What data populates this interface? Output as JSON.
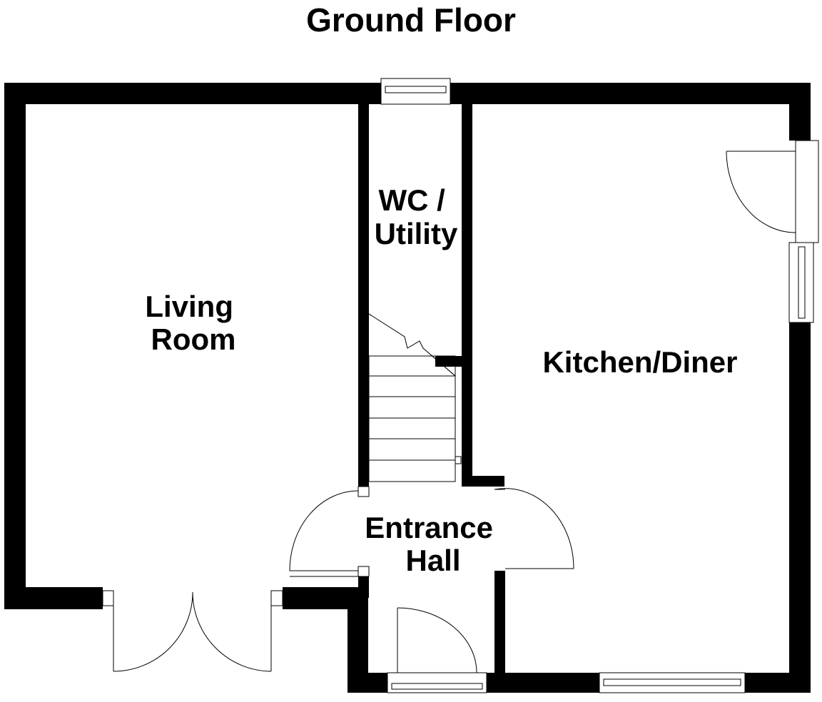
{
  "title": "Ground Floor",
  "rooms": {
    "living_room": [
      "Living",
      "Room"
    ],
    "wc_utility": [
      "WC /",
      "Utility"
    ],
    "kitchen_diner": [
      "Kitchen/Diner"
    ],
    "entrance_hall": [
      "Entrance",
      "Hall"
    ]
  }
}
